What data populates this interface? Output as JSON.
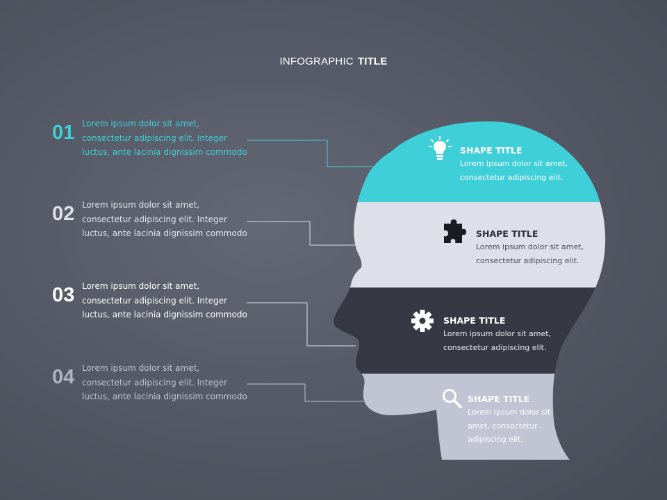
{
  "title": {
    "light": "INFOGRAPHIC",
    "bold": "TITLE"
  },
  "colors": {
    "accent": "#3fcfd8",
    "band2": "#dde0e8",
    "band3": "#363944",
    "band4": "#c1c4d2",
    "dark_text": "#2d2f38",
    "light_text": "#ffffff",
    "muted_text": "#aeb3c1"
  },
  "items": [
    {
      "number": "01",
      "text": "Lorem ipsum dolor  sit amet,\nconsectetur  adipiscing elit.  Integer\nluctus,  ante lacinia dignissim commodo"
    },
    {
      "number": "02",
      "text": "Lorem ipsum dolor  sit amet,\nconsectetur  adipiscing elit.  Integer\nluctus,  ante lacinia dignissim commodo"
    },
    {
      "number": "03",
      "text": "Lorem ipsum dolor  sit amet,\nconsectetur  adipiscing elit.  Integer\nluctus,  ante lacinia dignissim commodo"
    },
    {
      "number": "04",
      "text": "Lorem ipsum dolor  sit amet,\nconsectetur  adipiscing elit.  Integer\nluctus,  ante lacinia dignissim commodo"
    }
  ],
  "shapes": [
    {
      "icon": "lightbulb-icon",
      "title": "SHAPE TITLE",
      "desc": "Lorem ipsum dolor sit amet,\nconsectetur adipiscing elit."
    },
    {
      "icon": "puzzle-icon",
      "title": "SHAPE TITLE",
      "desc": "Lorem ipsum dolor sit amet,\nconsectetur adipiscing elit."
    },
    {
      "icon": "gear-icon",
      "title": "SHAPE TITLE",
      "desc": "Lorem ipsum dolor sit amet,\nconsectetur adipiscing elit."
    },
    {
      "icon": "search-icon",
      "title": "SHAPE TITLE",
      "desc": "Lorem ipsum dolor sit\namet,  consectetur\nadipiscing elit."
    }
  ]
}
